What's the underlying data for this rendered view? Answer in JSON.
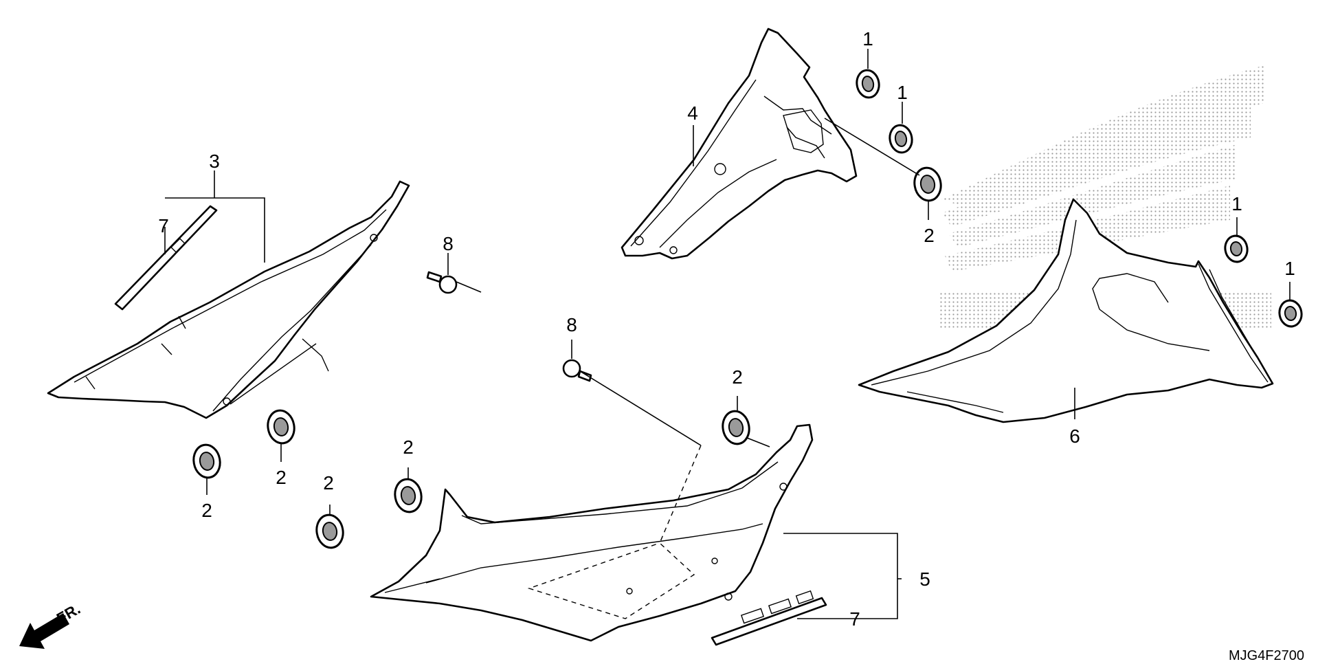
{
  "diagram": {
    "part_callouts": {
      "c1_top_a": "1",
      "c1_top_b": "1",
      "c1_right_a": "1",
      "c1_right_b": "1",
      "c2_top": "2",
      "c2_left_a": "2",
      "c2_left_b": "2",
      "c2_left_c": "2",
      "c2_center_a": "2",
      "c2_center_b": "2",
      "c3": "3",
      "c4": "4",
      "c5": "5",
      "c6": "6",
      "c7_left": "7",
      "c7_bottom": "7",
      "c8_left": "8",
      "c8_center": "8"
    },
    "direction_label": "FR.",
    "diagram_code": "MJG4F2700"
  },
  "colors": {
    "line": "#000000",
    "background": "#ffffff",
    "dot_pattern": "#9a9a9a"
  },
  "icons": {
    "direction_arrow": "front-direction-arrow-icon",
    "grommet": "grommet-icon",
    "screw": "screw-icon"
  }
}
